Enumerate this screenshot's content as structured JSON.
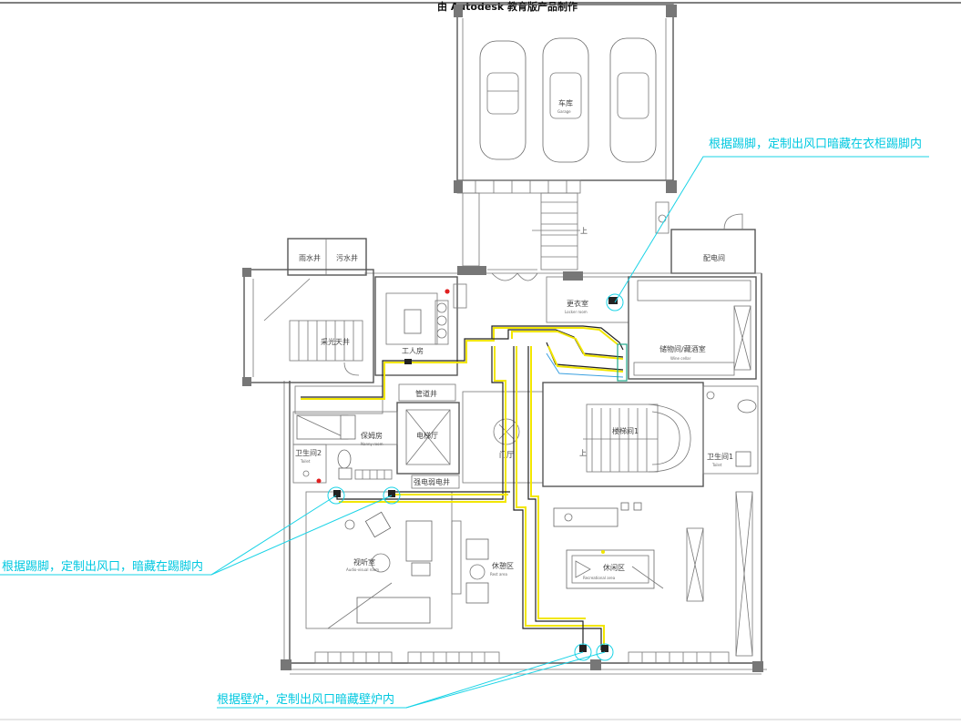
{
  "watermark": "由 Autodesk 教育版产品制作",
  "rooms": {
    "garage": "车库",
    "garage_en": "Garage",
    "power_room": "配电间",
    "rain_well": "雨水井",
    "sewage_well": "污水井",
    "stair_left": "采光天井",
    "worker_room": "工人房",
    "pipe_shaft": "管道井",
    "locker_room": "更衣室",
    "locker_room_en": "Locker room",
    "storage": "储物间/藏酒室",
    "storage_en": "Wine cellar",
    "nanny_room": "保姆房",
    "nanny_room_en": "Nanny room",
    "elevator": "电梯厅",
    "foyer": "门厅",
    "stair_hall": "楼梯间1",
    "toilet_left": "卫生间2",
    "toilet_left_en": "Toilet",
    "toilet_right": "卫生间1",
    "toilet_right_en": "Toilet",
    "weak_shaft": "强电弱电井",
    "av_room": "视听室",
    "av_room_en": "Audio-visual room",
    "rest_area": "休憩区",
    "rest_area_en": "Rest area",
    "leisure": "休闲区",
    "leisure_en": "Recreational area",
    "stair_up": "上"
  },
  "notes": {
    "top_right": "根据踢脚，定制出风口暗藏在衣柜踢脚内",
    "left": "根据踢脚，定制出风口，暗藏在踢脚内",
    "bottom": "根据壁炉，定制出风口暗藏壁炉内"
  },
  "colors": {
    "annotation": "#00c8e0",
    "duct_fill": "#f2e600",
    "duct_edge": "#222222",
    "wall": "#555555"
  }
}
